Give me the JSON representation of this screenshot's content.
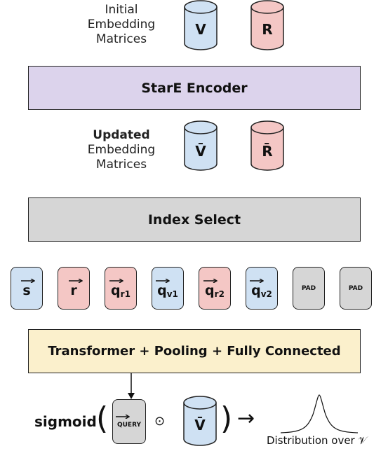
{
  "initial": {
    "caption_line1": "Initial",
    "caption_line2": "Embedding",
    "caption_line3": "Matrices",
    "v_label": "V",
    "r_label": "R"
  },
  "encoder": {
    "label": "StarE Encoder"
  },
  "updated": {
    "caption_bold": "Updated",
    "caption_line2": "Embedding",
    "caption_line3": "Matrices",
    "v_label": "V̄",
    "r_label": "R̄"
  },
  "index_select": {
    "label": "Index Select"
  },
  "tokens": [
    {
      "base": "s",
      "sub": "",
      "kind": "entity"
    },
    {
      "base": "r",
      "sub": "",
      "kind": "relation"
    },
    {
      "base": "q",
      "sub": "r1",
      "kind": "relation"
    },
    {
      "base": "q",
      "sub": "v1",
      "kind": "entity"
    },
    {
      "base": "q",
      "sub": "r2",
      "kind": "relation"
    },
    {
      "base": "q",
      "sub": "v2",
      "kind": "entity"
    },
    {
      "pad": "PAD",
      "kind": "pad"
    },
    {
      "pad": "PAD",
      "kind": "pad"
    }
  ],
  "transformer": {
    "label": "Transformer + Pooling + Fully Connected"
  },
  "output": {
    "sigmoid": "sigmoid",
    "open_paren": "(",
    "query_label": "QUERY",
    "odot": "⊙",
    "v_label": "V̄",
    "close_paren": ")",
    "arrow": "→",
    "distribution": "Distribution over 𝒱"
  },
  "colors": {
    "entity_blue": "#cfe1f3",
    "relation_pink": "#f4c7c5",
    "encoder_purple": "#dcd3ec",
    "index_grey": "#d6d6d6",
    "transformer_yellow": "#fbf0cc"
  }
}
